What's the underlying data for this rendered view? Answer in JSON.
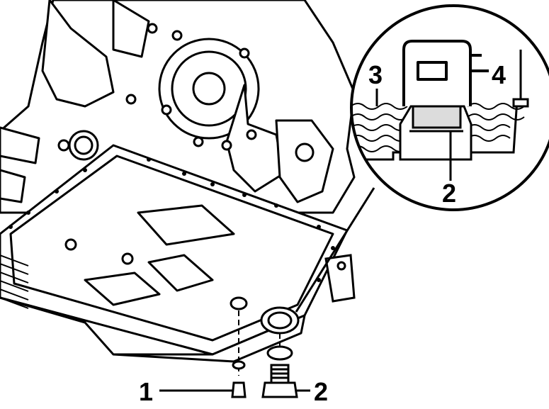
{
  "callouts": {
    "drain_plug_label": "1",
    "filler_plug_label": "2",
    "detail_fluid_label": "3",
    "detail_gauge_label": "4",
    "detail_plug_label": "2"
  },
  "colors": {
    "line": "#000000",
    "background": "#ffffff",
    "shade": "#dcdcdc"
  }
}
